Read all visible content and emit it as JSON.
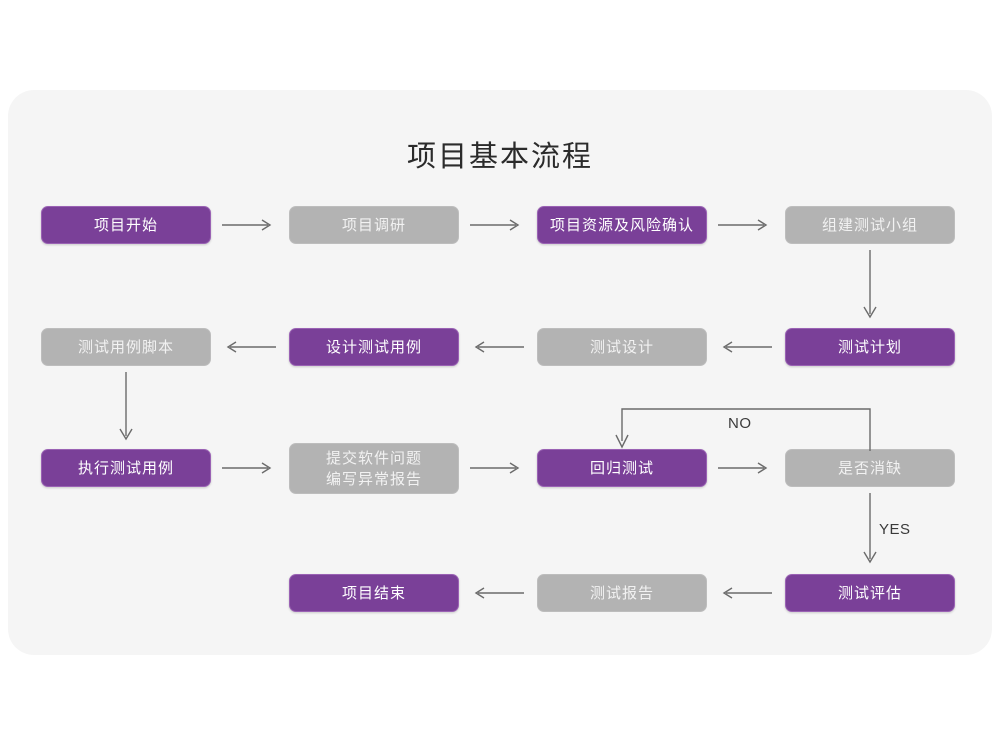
{
  "diagram": {
    "title": "项目基本流程",
    "colors": {
      "purple": "#7a4098",
      "gray": "#b3b3b3",
      "card_bg": "#f5f5f5",
      "page_bg": "#ffffff",
      "connector": "#6b6b6b",
      "title_text": "#2b2b2b"
    },
    "nodes": [
      {
        "id": "n1",
        "label": "项目开始",
        "style": "purple",
        "row": 1
      },
      {
        "id": "n2",
        "label": "项目调研",
        "style": "gray",
        "row": 1
      },
      {
        "id": "n3",
        "label": "项目资源及风险确认",
        "style": "purple",
        "row": 1
      },
      {
        "id": "n4",
        "label": "组建测试小组",
        "style": "gray",
        "row": 1
      },
      {
        "id": "n5",
        "label": "测试用例脚本",
        "style": "gray",
        "row": 2
      },
      {
        "id": "n6",
        "label": "设计测试用例",
        "style": "purple",
        "row": 2
      },
      {
        "id": "n7",
        "label": "测试设计",
        "style": "gray",
        "row": 2
      },
      {
        "id": "n8",
        "label": "测试计划",
        "style": "purple",
        "row": 2
      },
      {
        "id": "n9",
        "label": "执行测试用例",
        "style": "purple",
        "row": 3
      },
      {
        "id": "n10",
        "label_line1": "提交软件问题",
        "label_line2": "编写异常报告",
        "style": "gray",
        "row": 3
      },
      {
        "id": "n11",
        "label": "回归测试",
        "style": "purple",
        "row": 3
      },
      {
        "id": "n12",
        "label": "是否消缺",
        "style": "gray",
        "row": 3
      },
      {
        "id": "n13",
        "label": "项目结束",
        "style": "purple",
        "row": 4
      },
      {
        "id": "n14",
        "label": "测试报告",
        "style": "gray",
        "row": 4
      },
      {
        "id": "n15",
        "label": "测试评估",
        "style": "purple",
        "row": 4
      }
    ],
    "edge_labels": {
      "no": "NO",
      "yes": "YES"
    }
  }
}
